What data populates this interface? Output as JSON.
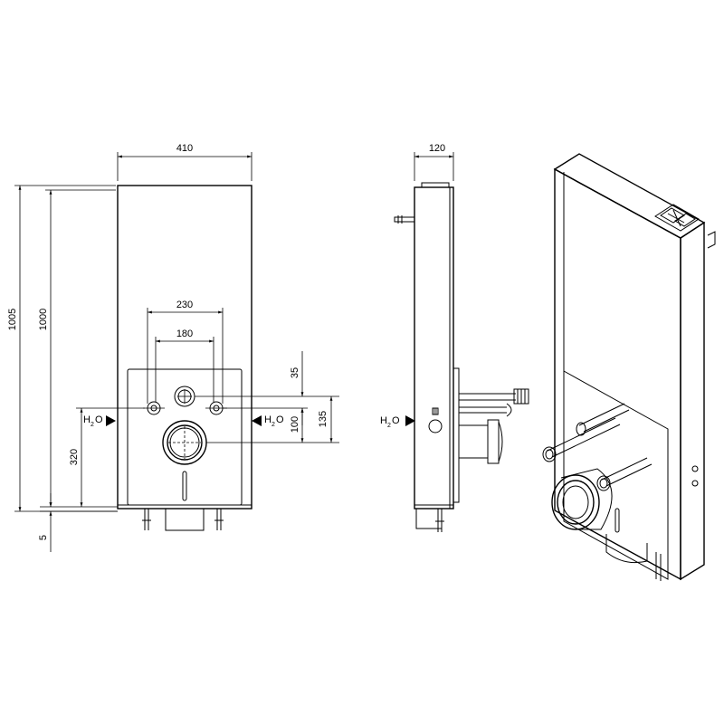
{
  "front_view": {
    "width_label": "410",
    "height_total_label": "1005",
    "height_body_label": "1000",
    "fix_outer_label": "230",
    "fix_inner_label": "180",
    "offset_top_label": "35",
    "offset_mid_label": "100",
    "offset_low_label": "135",
    "height_inlet_label": "320",
    "floor_gap_label": "5",
    "water_left": {
      "main": "H",
      "sub": "2",
      "end": "O"
    },
    "water_right": {
      "main": "H",
      "sub": "2",
      "end": "O"
    }
  },
  "side_view": {
    "depth_label": "120",
    "water": {
      "main": "H",
      "sub": "2",
      "end": "O"
    }
  },
  "colors": {
    "line": "#000000",
    "background": "#ffffff"
  }
}
